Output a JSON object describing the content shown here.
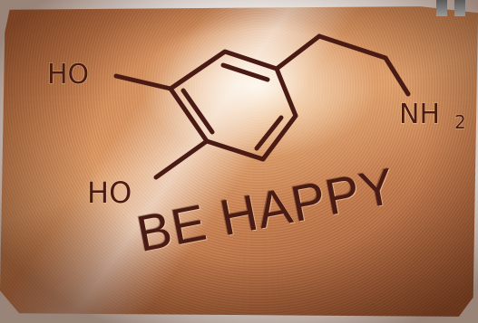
{
  "image": {
    "description_colors": {
      "plate_base": "#c47a4b",
      "plate_highlight": "#fff8eb",
      "ink": "#4a1a14"
    }
  },
  "molecule": {
    "hydroxyl_top": "HO",
    "hydroxyl_bottom": "HO",
    "amine": "NH",
    "amine_subscript": "2"
  },
  "tagline": "BE HAPPY"
}
